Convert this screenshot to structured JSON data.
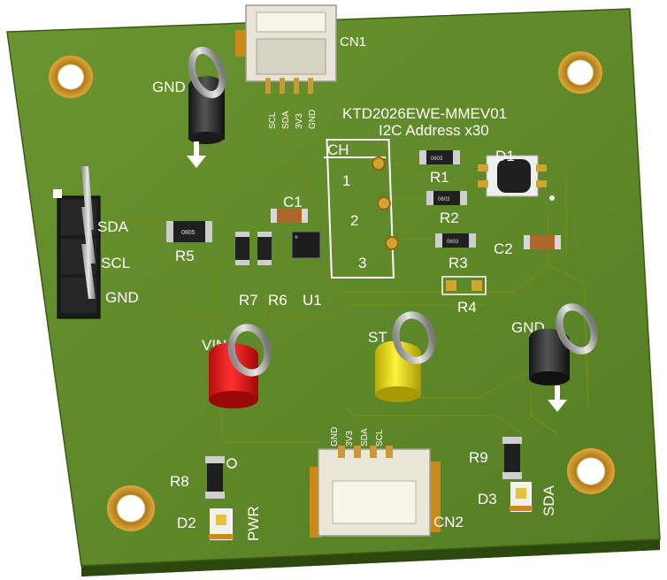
{
  "board": {
    "title": "KTD2026EWE-MMEV01",
    "subtitle": "I2C Address x30",
    "colors": {
      "solder_mask": "#5f8a2a",
      "silkscreen": "#ffffff",
      "copper": "#c98a1a",
      "vin_post": "#e32020",
      "st_post": "#e8dc18",
      "gnd_post": "#2c2c2c"
    }
  },
  "connectors": {
    "cn1": {
      "label": "CN1",
      "pins": [
        "SCL",
        "SDA",
        "3V3",
        "GND"
      ]
    },
    "cn2": {
      "label": "CN2",
      "pins": [
        "GND",
        "3V3",
        "SDA",
        "SCL"
      ]
    },
    "header": {
      "pins": [
        "SDA",
        "SCL",
        "GND"
      ]
    }
  },
  "test_points": {
    "gnd_left": "GND",
    "vin": "VIN",
    "st": "ST",
    "gnd_right": "GND"
  },
  "channel_box": {
    "label": "CH",
    "channels": [
      "1",
      "2",
      "3"
    ]
  },
  "components": {
    "r1": "R1",
    "r2": "R2",
    "r3": "R3",
    "r4": "R4",
    "r5": "R5",
    "r6": "R6",
    "r7": "R7",
    "r8": "R8",
    "r9": "R9",
    "c1": "C1",
    "c2": "C2",
    "u1": "U1",
    "d1": "D1",
    "d2": "D2",
    "d3": "D3"
  },
  "led_labels": {
    "pwr": "PWR",
    "sda": "SDA"
  },
  "part_codes": {
    "r5": "0805",
    "r1": "0603",
    "r2": "0603",
    "r3": "0603"
  }
}
